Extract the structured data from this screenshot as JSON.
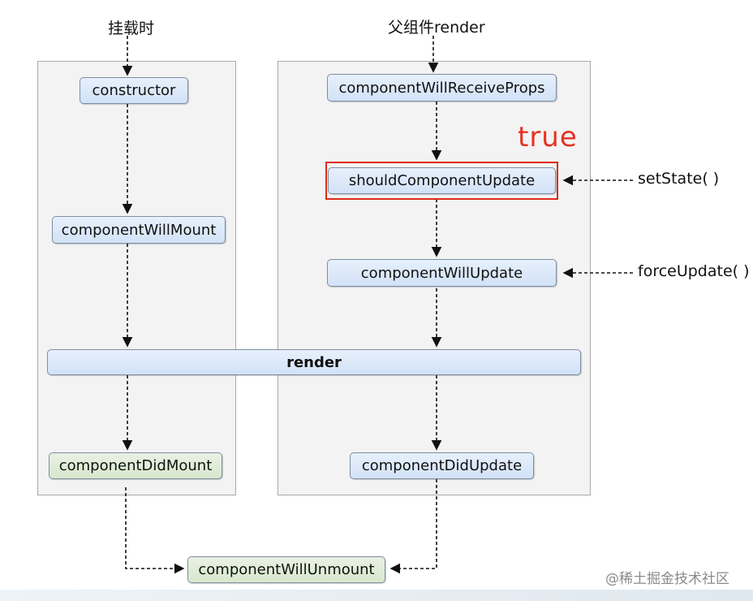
{
  "labels": {
    "mount_header": "挂载时",
    "update_header": "父组件render",
    "true_annotation": "true",
    "set_state": "setState( )",
    "force_update": "forceUpdate( )",
    "watermark": "@稀土掘金技术社区"
  },
  "nodes": {
    "constructor": "constructor",
    "component_will_mount": "componentWillMount",
    "render": "render",
    "component_did_mount": "componentDidMount",
    "component_will_receive_props": "componentWillReceiveProps",
    "should_component_update": "shouldComponentUpdate",
    "component_will_update": "componentWillUpdate",
    "component_did_update": "componentDidUpdate",
    "component_will_unmount": "componentWillUnmount"
  },
  "colors": {
    "node_blue": "#d8e6f8",
    "node_green": "#dcebd3",
    "highlight_red": "#e02a1a",
    "panel_bg": "#f3f3f3"
  }
}
